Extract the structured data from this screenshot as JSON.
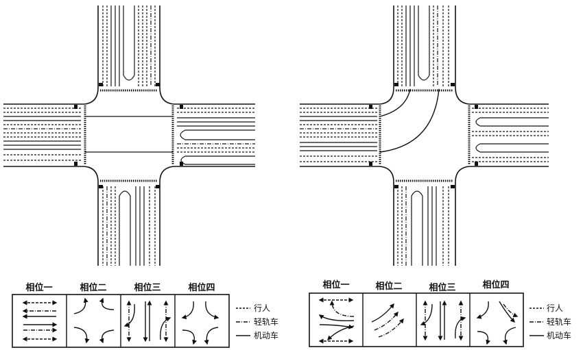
{
  "left_diagram": {
    "phases": [
      {
        "label": "相位一"
      },
      {
        "label": "相位二"
      },
      {
        "label": "相位三"
      },
      {
        "label": "相位四"
      }
    ],
    "legend": [
      {
        "label": "行人",
        "line_style": "dashed"
      },
      {
        "label": "轻轨车",
        "line_style": "dash-dot"
      },
      {
        "label": "机动车",
        "line_style": "solid"
      }
    ]
  },
  "right_diagram": {
    "phases": [
      {
        "label": "相位一"
      },
      {
        "label": "相位二"
      },
      {
        "label": "相位三"
      },
      {
        "label": "相位四"
      }
    ],
    "legend": [
      {
        "label": "行人",
        "line_style": "dashed"
      },
      {
        "label": "轻轨车",
        "line_style": "dash-dot"
      },
      {
        "label": "机动车",
        "line_style": "solid"
      }
    ]
  },
  "colors": {
    "ink": "#111111",
    "paper": "#ffffff"
  }
}
